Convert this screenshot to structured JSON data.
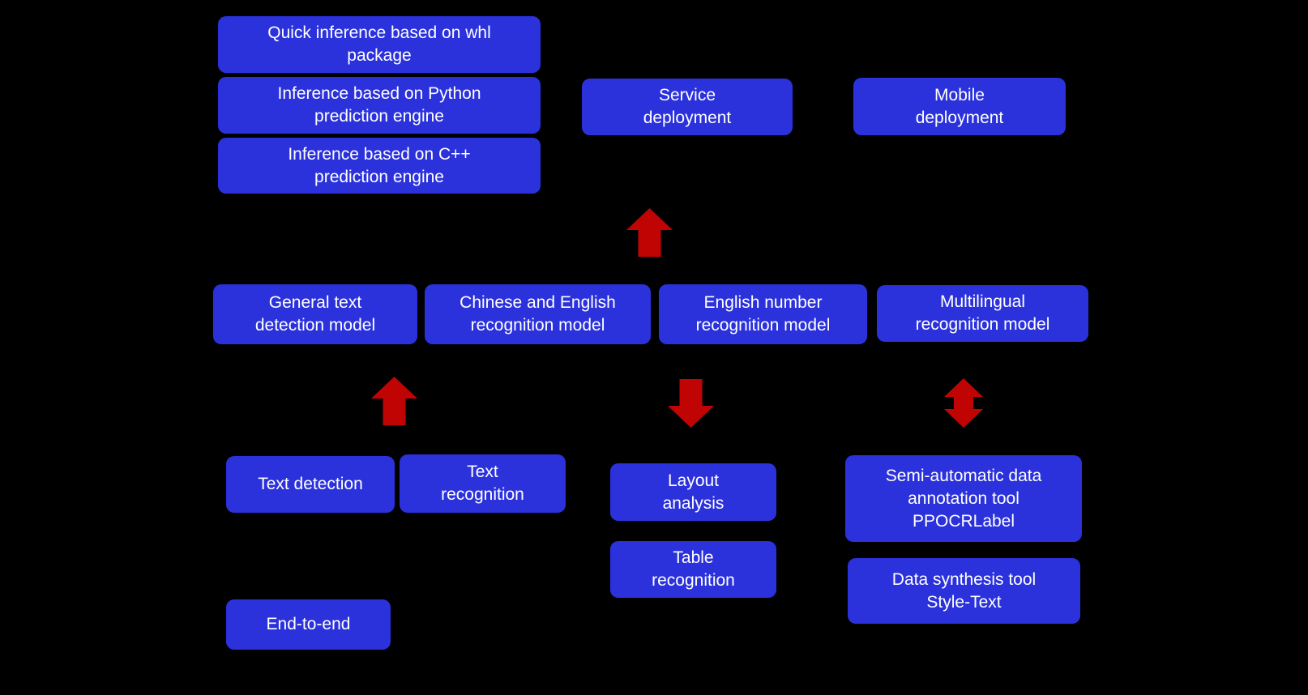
{
  "diagram": {
    "colors": {
      "background": "#000000",
      "node": "#2B32DC",
      "node_text": "#FFFFFF",
      "arrow": "#C00404"
    },
    "nodes": {
      "quick_inference": "Quick inference based on whl\npackage",
      "python_engine": "Inference based on Python\nprediction engine",
      "cpp_engine": "Inference based on C++\nprediction engine",
      "service_deployment": "Service\ndeployment",
      "mobile_deployment": "Mobile\ndeployment",
      "general_text_detection": "General text\ndetection model",
      "chinese_english_recognition": "Chinese and English\nrecognition model",
      "english_number_recognition": "English number\nrecognition model",
      "multilingual_recognition": "Multilingual\nrecognition model",
      "text_detection": "Text detection",
      "text_recognition": "Text\nrecognition",
      "layout_analysis": "Layout\nanalysis",
      "table_recognition": "Table\nrecognition",
      "ppocrlabel": "Semi-automatic data\nannotation tool\nPPOCRLabel",
      "style_text": "Data synthesis tool\nStyle-Text",
      "end_to_end": "End-to-end"
    },
    "arrows": [
      {
        "direction": "up"
      },
      {
        "direction": "up"
      },
      {
        "direction": "down"
      },
      {
        "direction": "up-down"
      }
    ]
  }
}
